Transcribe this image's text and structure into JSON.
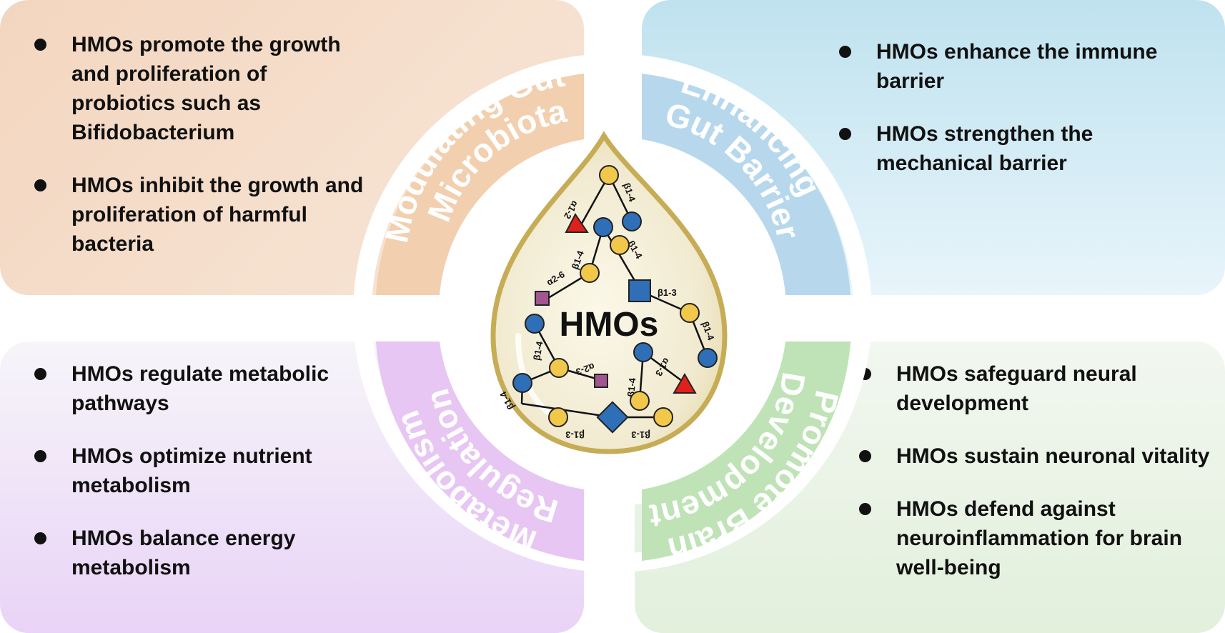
{
  "center_label": "HMOs",
  "quadrants": {
    "gut_microbiota": {
      "title_line1": "Modulating Gut",
      "title_line2": "Microbiota",
      "bullets": [
        "HMOs promote the growth and proliferation of probiotics such as Bifidobacterium",
        "HMOs inhibit the growth and proliferation of harmful bacteria"
      ]
    },
    "gut_barrier": {
      "title_line1": "Enhancing",
      "title_line2": "Gut Barrier",
      "bullets": [
        "HMOs enhance the immune barrier",
        "HMOs strengthen the mechanical barrier"
      ]
    },
    "metabolism": {
      "title_line1": "Metabolism",
      "title_line2": "Regulation",
      "bullets": [
        "HMOs regulate metabolic pathways",
        "HMOs optimize nutrient metabolism",
        "HMOs balance energy metabolism"
      ]
    },
    "brain": {
      "title_line1": "Promote Brain",
      "title_line2": "Development",
      "bullets": [
        "HMOs safeguard neural development",
        "HMOs sustain neuronal vitality",
        "HMOs defend against neuroinflammation for brain well-being"
      ]
    }
  },
  "linkages": [
    "α1-2",
    "β1-4",
    "β1-4",
    "β1-4",
    "α2-6",
    "β1-3",
    "β1-4",
    "β1-4",
    "α2-3",
    "β1-4",
    "α1-3",
    "β1-4",
    "β1-3",
    "β1-3"
  ],
  "colors": {
    "galactose": "#f2c84b",
    "glucose": "#2f6fb8",
    "glcnac": "#2f6fb8",
    "fucose": "#e0201b",
    "sialic_acid": "#a1568f",
    "drop_outline": "#c9b35a",
    "drop_fill": "#f4efd2"
  }
}
